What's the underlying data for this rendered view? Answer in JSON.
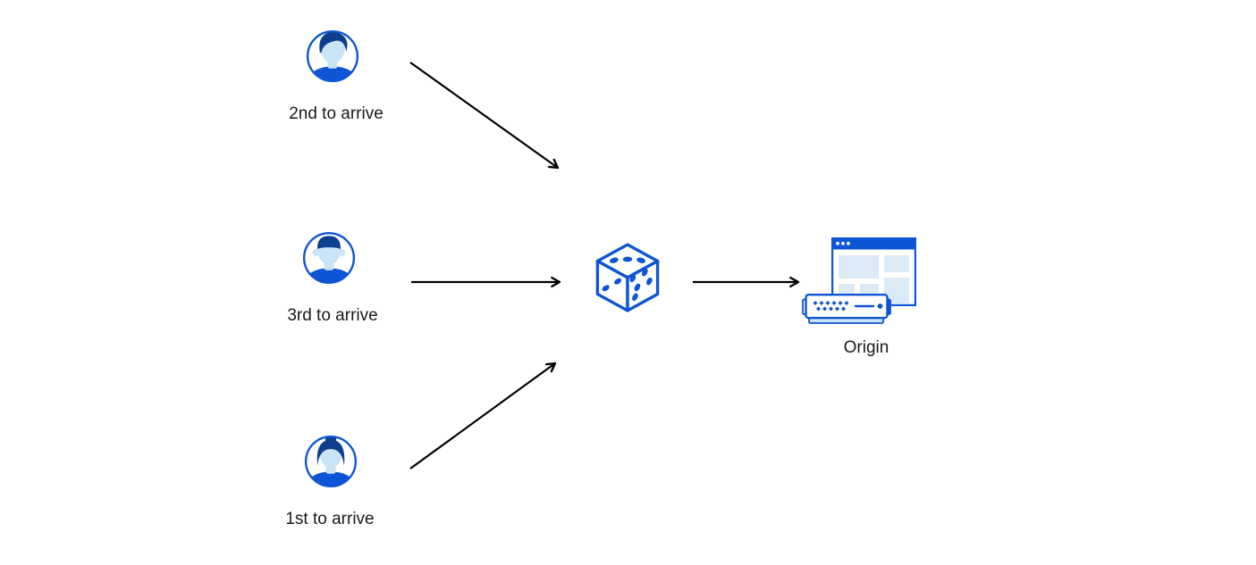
{
  "page": {
    "background": "#ffffff"
  },
  "colors": {
    "primary_blue": "#0D55D4",
    "dark_navy_hair": "#0C3F8E",
    "skin_light_blue": "#C9E4F6",
    "panel_light_blue": "#DCEAF7",
    "server_base_blue": "#CDE3F5",
    "arrow_black": "#000000",
    "label_text": "#17191C"
  },
  "nodes": {
    "user_2nd": {
      "label": "2nd to arrive",
      "icon": "male-quiff-avatar-icon"
    },
    "user_3rd": {
      "label": "3rd to arrive",
      "icon": "male-flattop-avatar-icon"
    },
    "user_1st": {
      "label": "1st to arrive",
      "icon": "female-bun-avatar-icon"
    },
    "randomizer": {
      "icon": "dice-icon"
    },
    "origin": {
      "label": "Origin",
      "icon": "origin-server-icon"
    }
  },
  "edges": [
    {
      "from": "user_2nd",
      "to": "randomizer"
    },
    {
      "from": "user_3rd",
      "to": "randomizer"
    },
    {
      "from": "user_1st",
      "to": "randomizer"
    },
    {
      "from": "randomizer",
      "to": "origin"
    }
  ]
}
